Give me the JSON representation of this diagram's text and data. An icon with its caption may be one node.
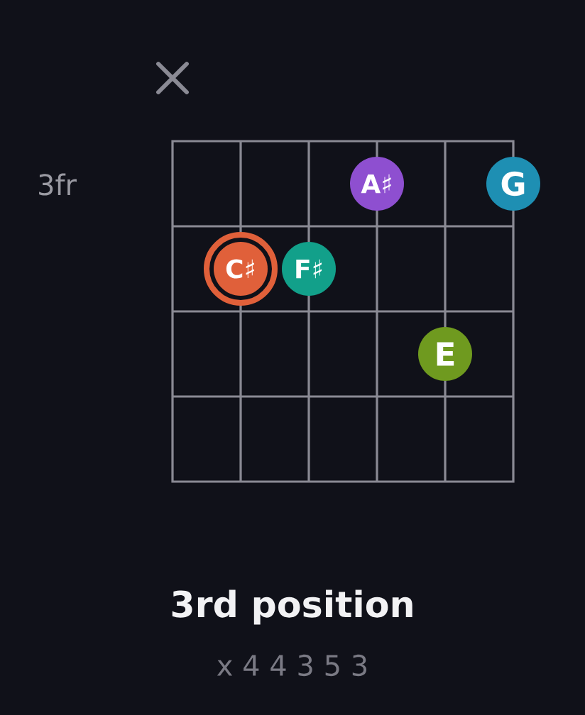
{
  "diagram": {
    "title": "3rd position",
    "nodes": [
      {
        "text": [
          "A♯"
        ]
      },
      {
        "text": [
          "G"
        ]
      },
      {
        "text": [
          "C♯"
        ]
      },
      {
        "text": [
          "F♯"
        ]
      },
      {
        "text": [
          "E"
        ]
      }
    ],
    "labels": [
      "3fr",
      "x 4 4 3 5 3"
    ]
  }
}
